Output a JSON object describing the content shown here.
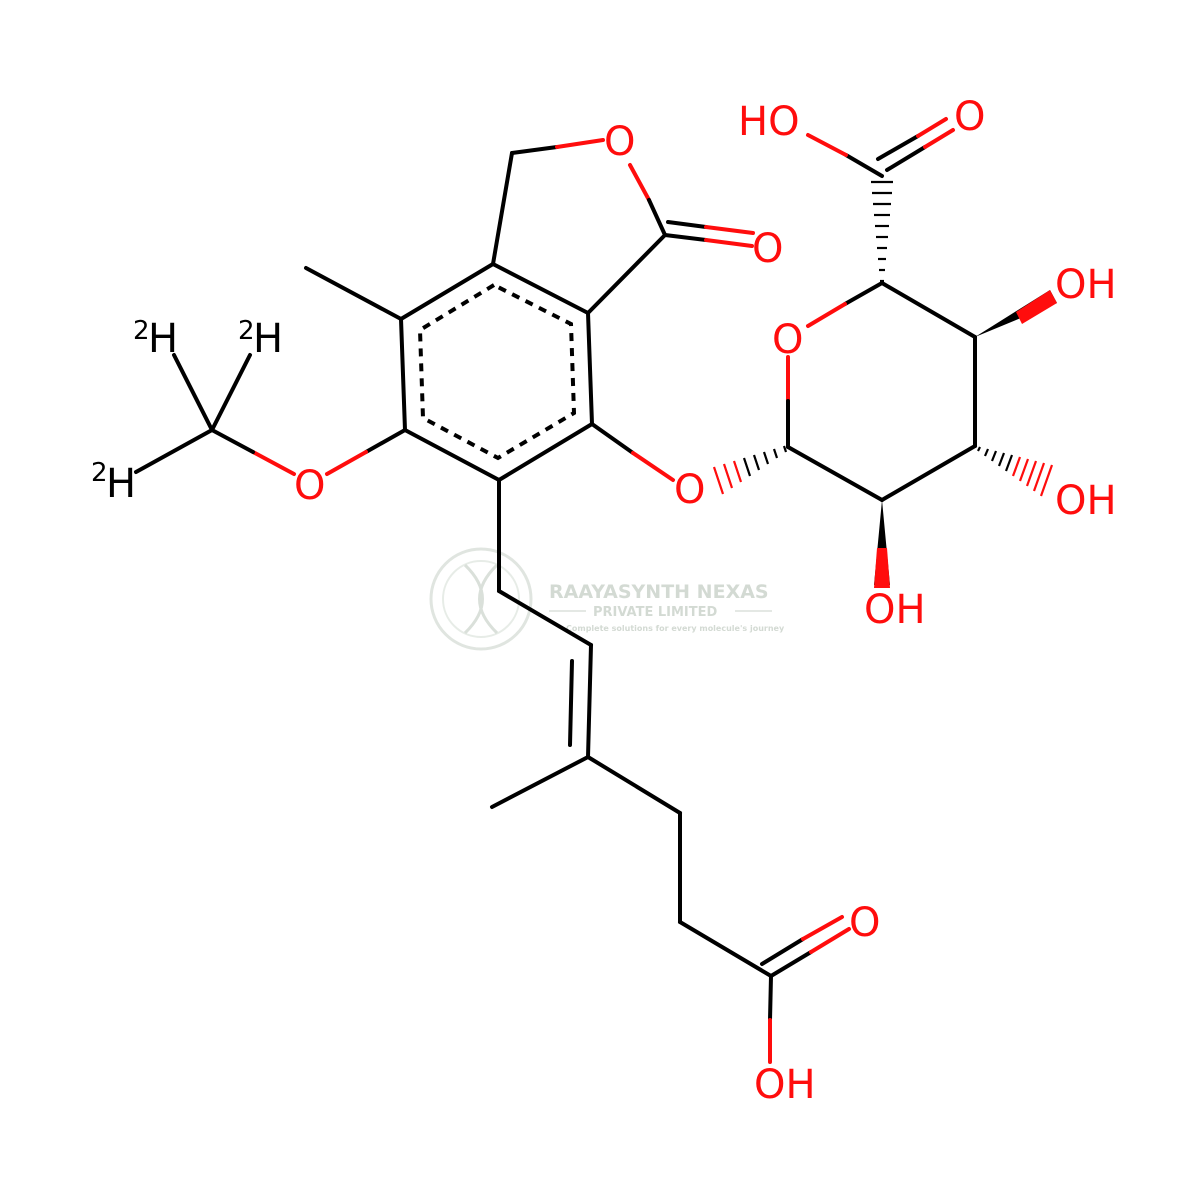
{
  "molecule": {
    "atom_labels": {
      "ring_oxygen_lactone": "O",
      "carbonyl_oxygen_lactone": "O",
      "methoxy_oxygen": "O",
      "glycosidic_oxygen": "O",
      "sugar_ring_oxygen": "O",
      "acid_hydroxyl_top": "HO",
      "acid_carbonyl_top": "O",
      "hydroxyl_c3": "OH",
      "hydroxyl_c4": "OH",
      "hydroxyl_c5": "OH",
      "acid_carbonyl_bottom": "O",
      "acid_hydroxyl_bottom": "OH",
      "deuterium_1": "H",
      "deuterium_2": "H",
      "deuterium_3": "H",
      "isotope_mass": "2"
    },
    "colors": {
      "bond": "#000000",
      "oxygen": "#ff0d0d",
      "carbon_hydrogen": "#000000"
    }
  },
  "watermark": {
    "company": "RAAYASYNTH NEXAS",
    "subtitle": "PRIVATE LIMITED",
    "tagline": "Complete solutions for every molecule's journey",
    "color": "#cfd6cf"
  }
}
